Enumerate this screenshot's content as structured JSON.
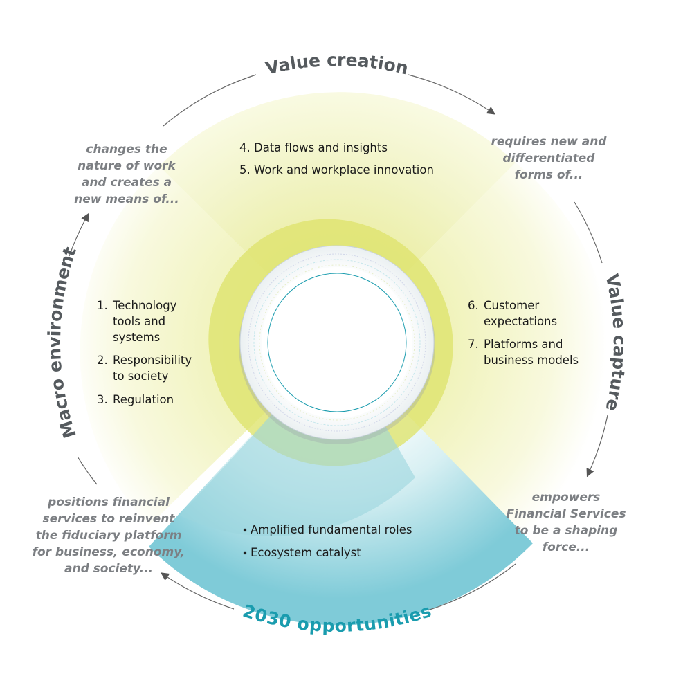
{
  "titles": {
    "top": "Value creation",
    "right": "Value capture",
    "bottom": "2030 opportunities",
    "left": "Macro environment"
  },
  "connectors": {
    "top_left": [
      "changes the",
      "nature of work",
      "and creates a",
      "new means of..."
    ],
    "top_right": [
      "requires new and",
      "differentiated",
      "forms of..."
    ],
    "bottom_right": [
      "empowers",
      "Financial Services",
      "to be a shaping",
      "force..."
    ],
    "bottom_left": [
      "positions financial",
      "services to reinvent",
      "the fiduciary platform",
      "for business, economy,",
      "and society..."
    ]
  },
  "quadrants": {
    "top": [
      "4. Data flows and insights",
      "5. Work and workplace innovation"
    ],
    "left": [
      [
        "1.",
        "Technology",
        "tools and",
        "systems"
      ],
      [
        "2.",
        "Responsibility",
        "to society"
      ],
      [
        "3.",
        "Regulation"
      ]
    ],
    "right": [
      [
        "6.",
        "Customer",
        "expectations"
      ],
      [
        "7.",
        "Platforms and",
        "business models"
      ]
    ],
    "bottom": [
      "Amplified fundamental roles",
      "Ecosystem catalyst"
    ]
  },
  "colors": {
    "title": "#555a5e",
    "teal": "#1a9cae",
    "yellow": "#e6e98a",
    "cyan": "#8fd3de"
  }
}
